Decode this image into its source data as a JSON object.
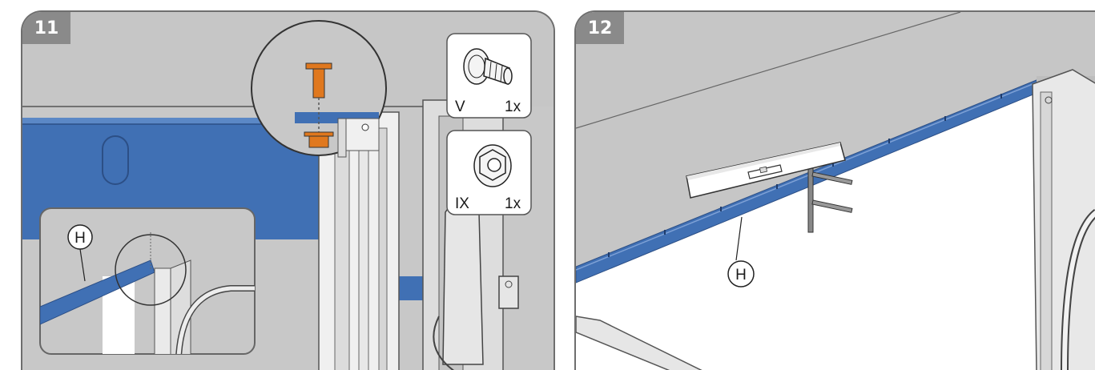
{
  "steps": [
    {
      "number": "11",
      "parts": [
        {
          "code": "V",
          "qty": "1x",
          "icon": "hex-bolt-icon"
        },
        {
          "code": "IX",
          "qty": "1x",
          "icon": "flange-nut-icon"
        }
      ],
      "callout": "H"
    },
    {
      "number": "12",
      "callout": "H",
      "tool": "spirit-level-icon"
    }
  ],
  "colors": {
    "rail_blue": "#4070b4",
    "bolt_orange": "#e0781e",
    "panel_grey": "#c8c8c8",
    "badge_grey": "#8a8a8a"
  }
}
